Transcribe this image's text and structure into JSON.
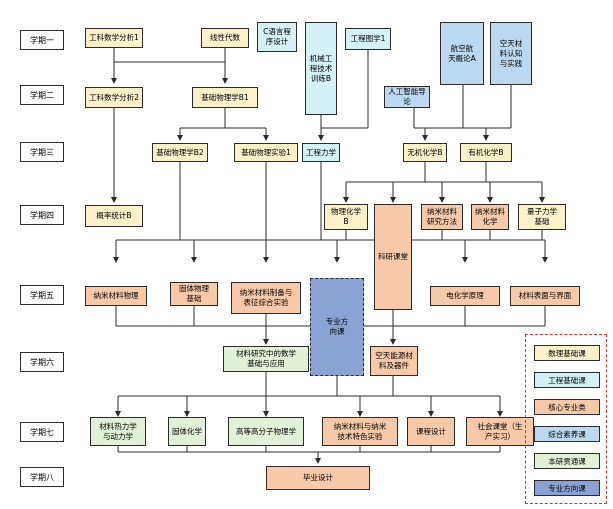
{
  "semesters": [
    "学期一",
    "学期二",
    "学期三",
    "学期四",
    "学期五",
    "学期六",
    "学期七",
    "学期八"
  ],
  "courses": {
    "c1": "工科数学分析1",
    "c2": "线性代数",
    "c3": "C语言程\n序设计",
    "c4": "机械工\n程技术\n训练B",
    "c5": "工程图学1",
    "c6": "航空航\n天概论A",
    "c7": "空天材\n料认知\n与实践",
    "c8": "工科数学分析2",
    "c9": "基础物理学B1",
    "c10": "人工智能导\n论",
    "c11": "基础物理学B2",
    "c12": "基础物理实验1",
    "c13": "工程力学",
    "c14": "无机化学B",
    "c15": "有机化学B",
    "c16": "概率统计B",
    "c17": "物理化学\nB",
    "c18": "纳米材料\n研究方法",
    "c19": "纳米材料\n化学",
    "c20": "量子力学\n基础",
    "c21": "科研课堂",
    "c22": "纳米材料物理",
    "c23": "固体物理\n基础",
    "c24": "纳米材料制备与\n表征综合实验",
    "c25": "专业方\n向课",
    "c26": "电化学原理",
    "c27": "材料表面与界面",
    "c28": "材料研究中的数学\n基础与应用",
    "c29": "空天能源材\n料及器件",
    "c30": "材料热力学\n与动力学",
    "c31": "固体化学",
    "c32": "高等高分子物理学",
    "c33": "纳米材料与纳米\n技术特色实验",
    "c34": "课程设计",
    "c35": "社会课堂（生\n产实习）",
    "c36": "毕业设计"
  },
  "legend": {
    "items": [
      "数理基础课",
      "工程基础课",
      "核心专业类",
      "综合素养课",
      "本研贯通课",
      "专业方向课"
    ]
  },
  "colors": {
    "math": "#fbf0c7",
    "engineering": "#d4f1f5",
    "core": "#f7c9a8",
    "liberal": "#bcd8f0",
    "link": "#e2f0d6",
    "direction": "#8aa3d4",
    "legend_border": "#d23434"
  }
}
